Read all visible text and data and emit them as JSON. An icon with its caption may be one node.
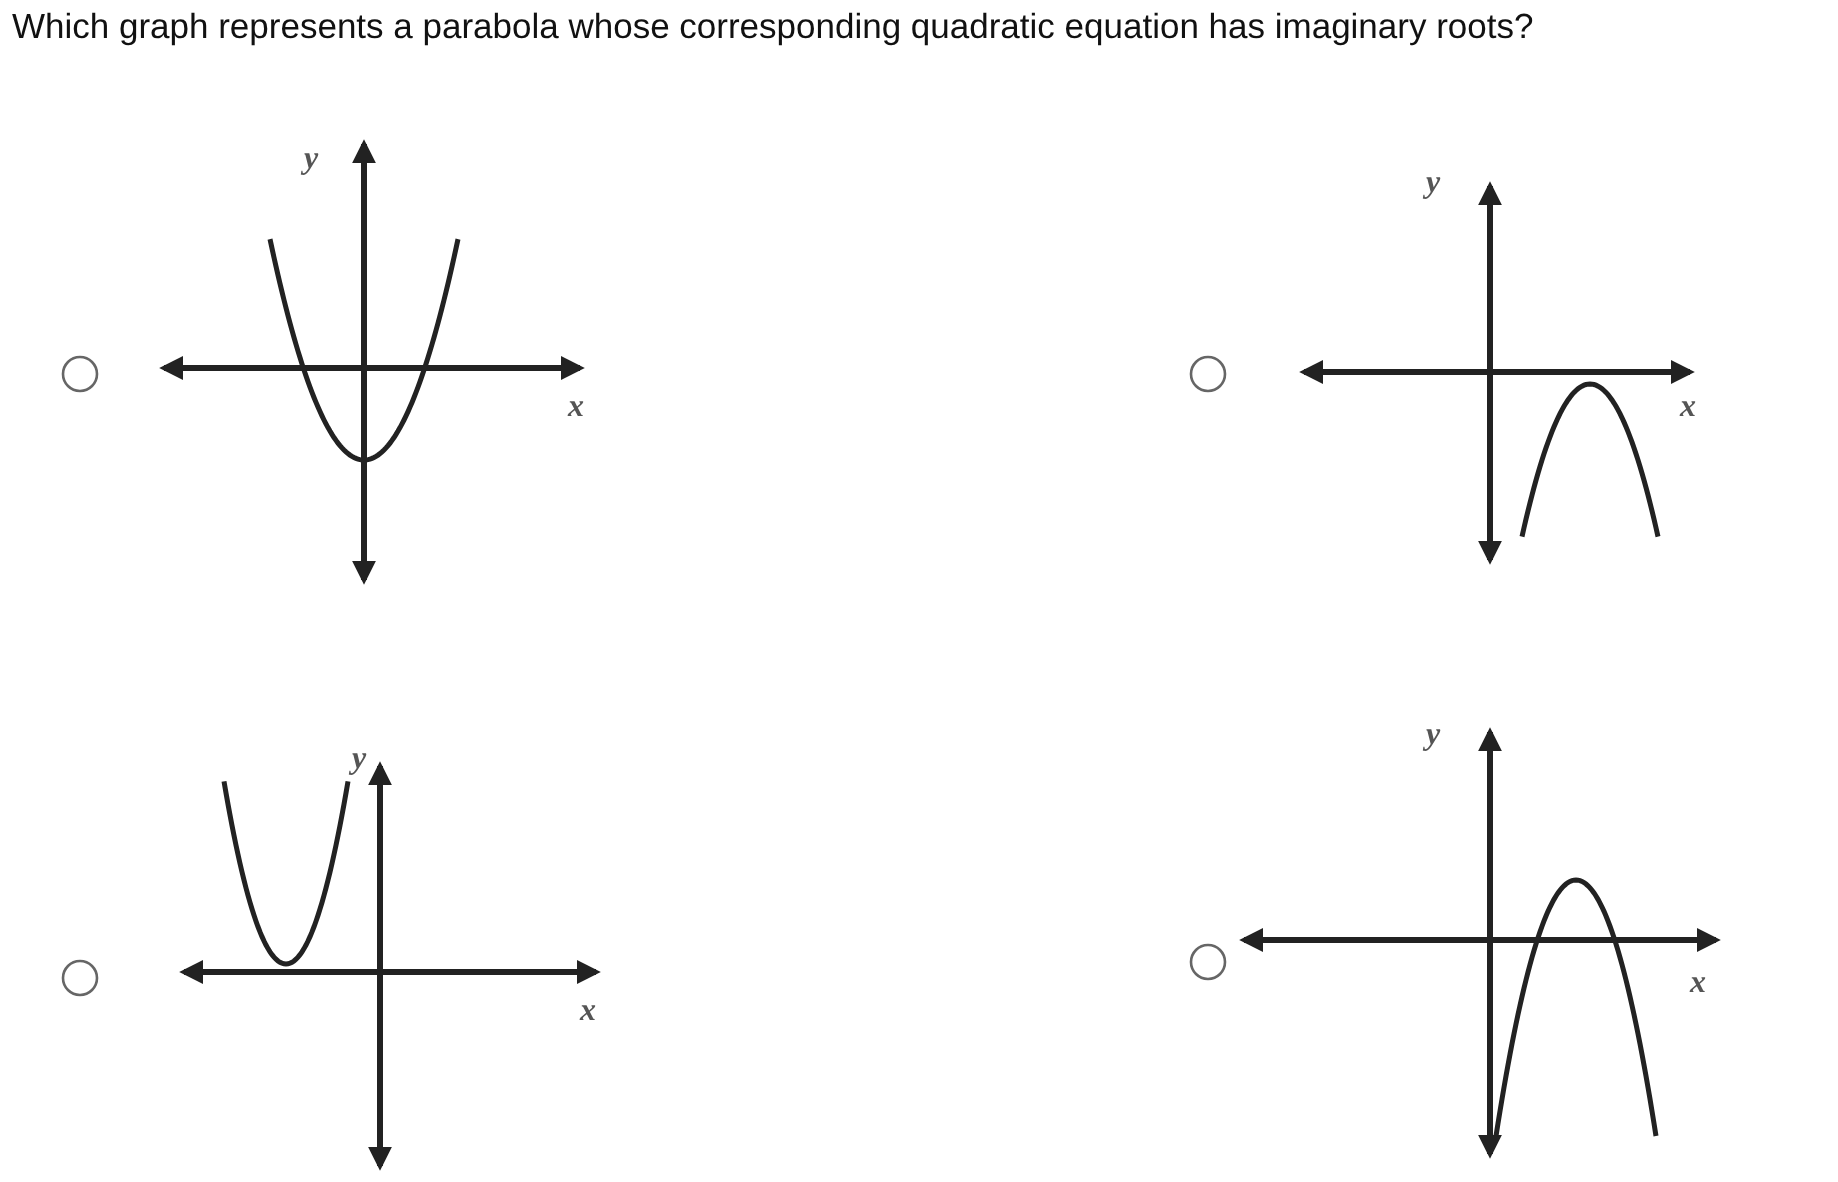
{
  "diagram": {
    "title": "Which graph represents a parabola whose corresponding quadratic equation has imaginary roots?",
    "labels": [
      "y",
      "x",
      "y",
      "x",
      "y",
      "x",
      "y",
      "x"
    ]
  }
}
